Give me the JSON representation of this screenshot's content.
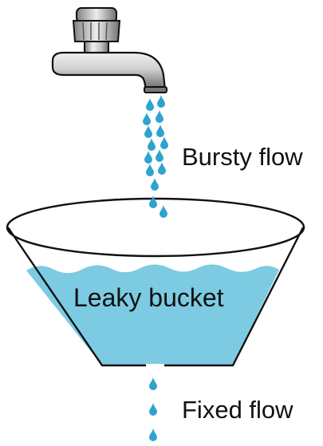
{
  "labels": {
    "bursty": "Bursty flow",
    "bucket": "Leaky bucket",
    "fixed": "Fixed flow"
  },
  "colors": {
    "water": "#7ccbe2",
    "drop": "#2ea3cf",
    "outline": "#111111",
    "faucet_light": "#e6e6e6",
    "faucet_dark": "#6e6e6e"
  },
  "icons": {
    "faucet": "faucet-icon",
    "bucket": "bucket-icon",
    "drop": "water-drop-icon"
  }
}
